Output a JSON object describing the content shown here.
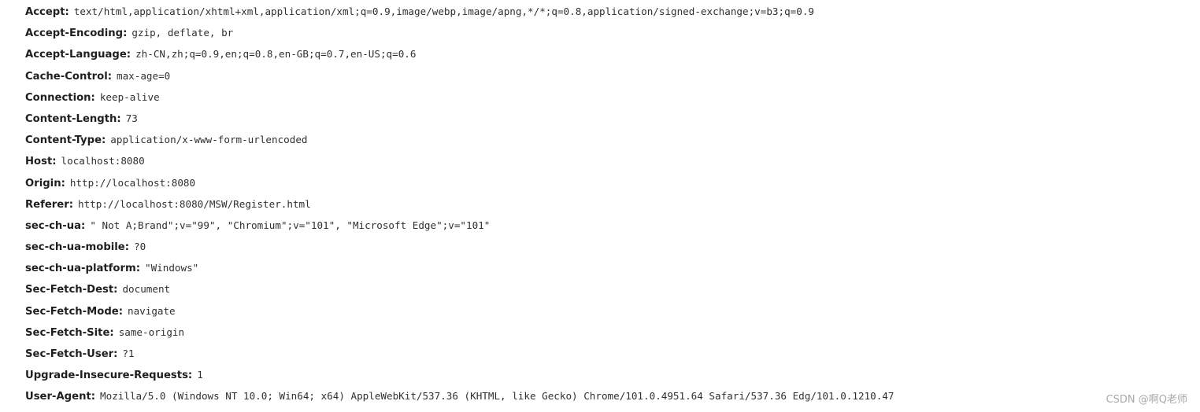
{
  "headers": [
    {
      "name": "Accept:",
      "value": "text/html,application/xhtml+xml,application/xml;q=0.9,image/webp,image/apng,*/*;q=0.8,application/signed-exchange;v=b3;q=0.9"
    },
    {
      "name": "Accept-Encoding:",
      "value": "gzip, deflate, br"
    },
    {
      "name": "Accept-Language:",
      "value": "zh-CN,zh;q=0.9,en;q=0.8,en-GB;q=0.7,en-US;q=0.6"
    },
    {
      "name": "Cache-Control:",
      "value": "max-age=0"
    },
    {
      "name": "Connection:",
      "value": "keep-alive"
    },
    {
      "name": "Content-Length:",
      "value": "73"
    },
    {
      "name": "Content-Type:",
      "value": "application/x-www-form-urlencoded"
    },
    {
      "name": "Host:",
      "value": "localhost:8080"
    },
    {
      "name": "Origin:",
      "value": "http://localhost:8080"
    },
    {
      "name": "Referer:",
      "value": "http://localhost:8080/MSW/Register.html"
    },
    {
      "name": "sec-ch-ua:",
      "value": "\" Not A;Brand\";v=\"99\", \"Chromium\";v=\"101\", \"Microsoft Edge\";v=\"101\""
    },
    {
      "name": "sec-ch-ua-mobile:",
      "value": "?0"
    },
    {
      "name": "sec-ch-ua-platform:",
      "value": "\"Windows\""
    },
    {
      "name": "Sec-Fetch-Dest:",
      "value": "document"
    },
    {
      "name": "Sec-Fetch-Mode:",
      "value": "navigate"
    },
    {
      "name": "Sec-Fetch-Site:",
      "value": "same-origin"
    },
    {
      "name": "Sec-Fetch-User:",
      "value": "?1"
    },
    {
      "name": "Upgrade-Insecure-Requests:",
      "value": "1"
    },
    {
      "name": "User-Agent:",
      "value": "Mozilla/5.0 (Windows NT 10.0; Win64; x64) AppleWebKit/537.36 (KHTML, like Gecko) Chrome/101.0.4951.64 Safari/537.36 Edg/101.0.1210.47"
    }
  ],
  "watermark": "CSDN @啊Q老师"
}
